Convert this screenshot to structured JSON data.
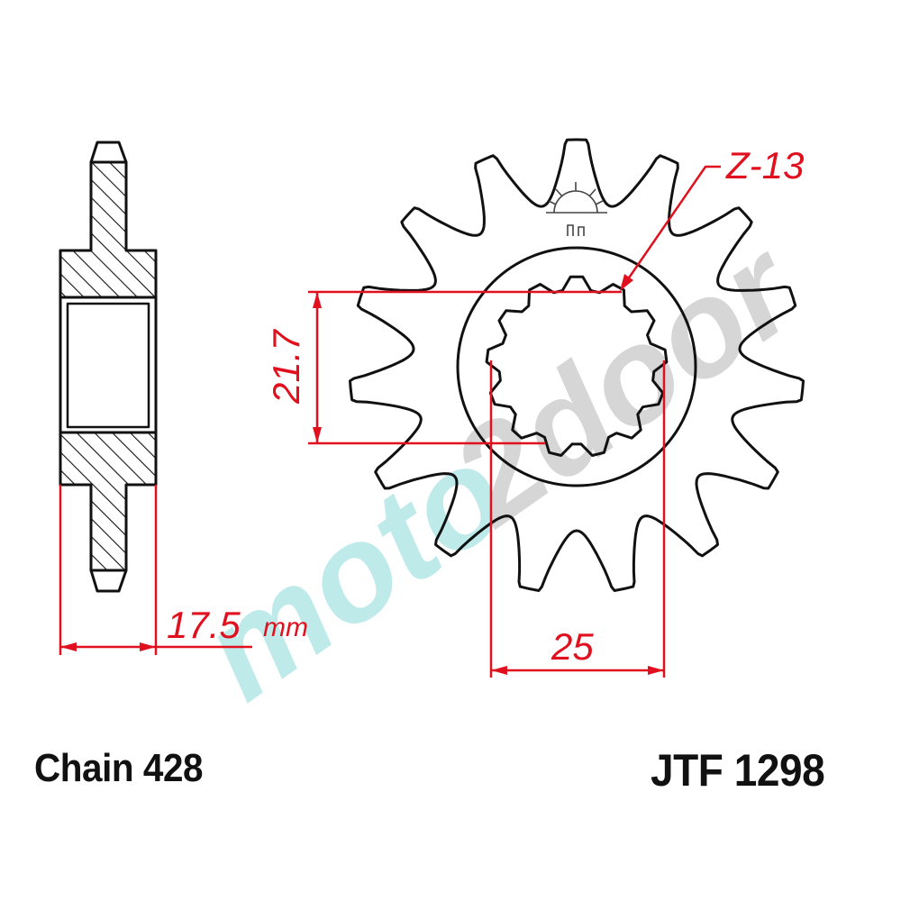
{
  "part": {
    "number": "JTF 1298",
    "chain": "Chain 428"
  },
  "dimensions": {
    "thickness": {
      "value": "17.5",
      "unit": "mm"
    },
    "spline_height": {
      "value": "21.7"
    },
    "spline_width": {
      "value": "25"
    },
    "teeth": {
      "label": "Z-13"
    }
  },
  "watermark": {
    "part1": "moto",
    "part2": "2door"
  },
  "geometry": {
    "outer_teeth": 15,
    "spline_notches": 13
  },
  "colors": {
    "outline": "#111111",
    "dimension": "#e0101e",
    "hatch": "#111111",
    "watermark_teal": "#bfeaea",
    "watermark_gray": "#d6d6d6"
  }
}
